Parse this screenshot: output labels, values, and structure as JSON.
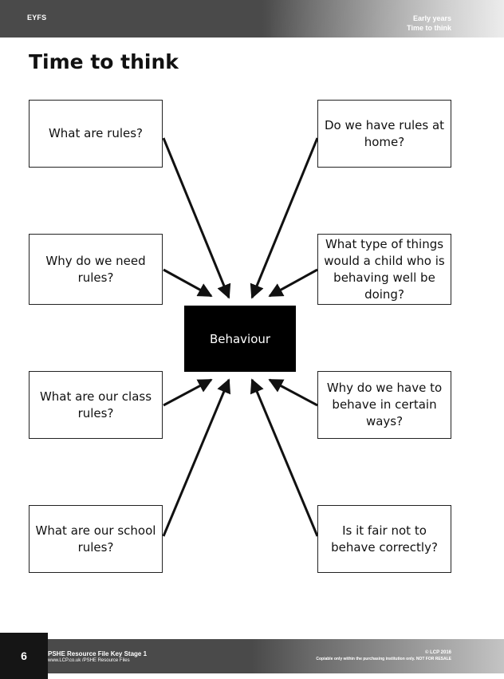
{
  "header": {
    "left": "EYFS",
    "right_line1": "Early years",
    "right_line2": "Time to think"
  },
  "title": "Time to think",
  "center": "Behaviour",
  "boxes": {
    "tl1": "What are rules?",
    "tr1": "Do we have rules at home?",
    "tl2": "Why do we need rules?",
    "tr2": "What type of things would a child who is behaving well be doing?",
    "tl3": "What are our class rules?",
    "tr3": "Why do we have to behave in certain ways?",
    "tl4": "What are our school rules?",
    "tr4": "Is it fair not to behave correctly?"
  },
  "footer": {
    "page_number": "6",
    "left_line1": "PSHE Resource File Key Stage 1",
    "left_line2": "www.LCP.co.uk /PSHE Resource Files",
    "right_line1": "© LCP 2016",
    "right_line2": "Copiable only within the purchasing institution only. NOT FOR RESALE"
  }
}
